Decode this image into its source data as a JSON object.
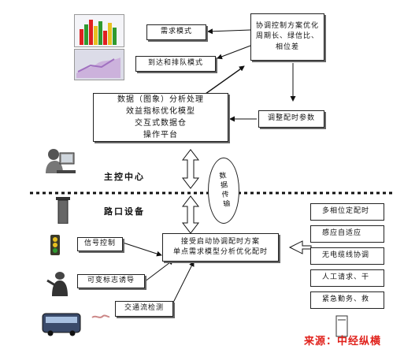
{
  "nodes": {
    "demand_mode": "需求模式",
    "arrival_mode": "到达和排队模式",
    "coord_scheme": "协调控制方案优化周期长、绿信比、相位差",
    "data_analysis": "数据（图象）分析处理\n效益指标优化模型\n交互式数据仓\n操作平台",
    "adjust_params": "调整配时参数",
    "accept_scheme": "接受启动协调配时方案\n单点需求模型分析优化配时",
    "signal_control": "信号控制",
    "variable_sign": "可变标志诱导",
    "traffic_detect": "交通流检测"
  },
  "sections": {
    "control_center": "主控中心",
    "intersection": "路口设备",
    "data_transfer": "数据传输"
  },
  "right_options": [
    "多相位定配时",
    "感应自适应",
    "无电缆线协调",
    "人工请求、干",
    "紧急勤务、救"
  ],
  "source": "来源：中经纵横",
  "colors": {
    "source_text": "#e0201a",
    "bar_red": "#e02020",
    "bar_green": "#2f9a2f",
    "bar_yellow": "#e8c020",
    "chart_bg": "#d8d8e8"
  }
}
